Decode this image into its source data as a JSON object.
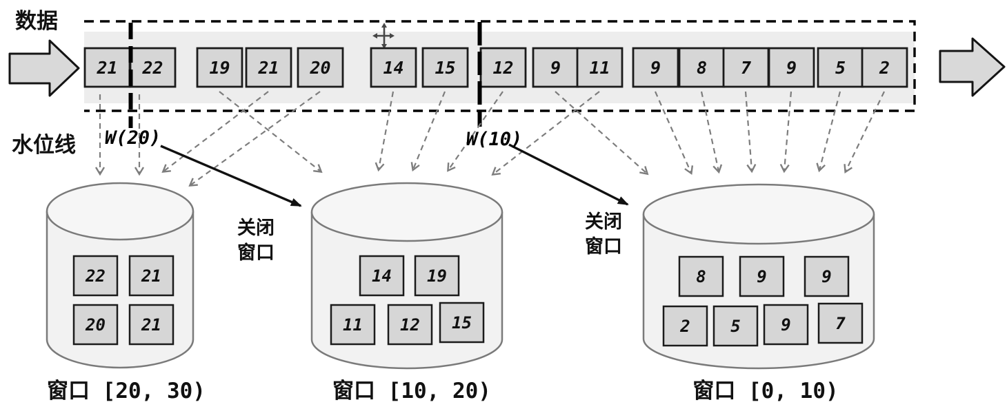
{
  "labels": {
    "data": "数据",
    "watermark": "水位线"
  },
  "stream": {
    "boxes": [
      "21",
      "22",
      "19",
      "21",
      "20",
      "14",
      "15",
      "12",
      "9",
      "11",
      "9",
      "8",
      "7",
      "9",
      "5",
      "2"
    ],
    "watermarks": [
      {
        "label": "W(20)"
      },
      {
        "label": "W(10)"
      }
    ]
  },
  "close_window": [
    {
      "line1": "关闭",
      "line2": "窗口"
    },
    {
      "line1": "关闭",
      "line2": "窗口"
    }
  ],
  "windows": [
    {
      "label": "窗口 [20, 30)",
      "top_row": [
        "22",
        "21"
      ],
      "bottom_row": [
        "20",
        "21"
      ]
    },
    {
      "label": "窗口 [10, 20)",
      "top_row": [
        "14",
        "19"
      ],
      "bottom_row": [
        "11",
        "12",
        "15"
      ]
    },
    {
      "label": "窗口 [0, 10)",
      "top_row": [
        "8",
        "9",
        "9"
      ],
      "bottom_row": [
        "2",
        "5",
        "9",
        "7"
      ]
    }
  ],
  "colors": {
    "box_fill": "#d6d6d6",
    "band_fill": "#ededed",
    "cylinder_fill": "#f2f2f2",
    "arrow_gray": "#7d7d7d",
    "ink": "#111111"
  }
}
